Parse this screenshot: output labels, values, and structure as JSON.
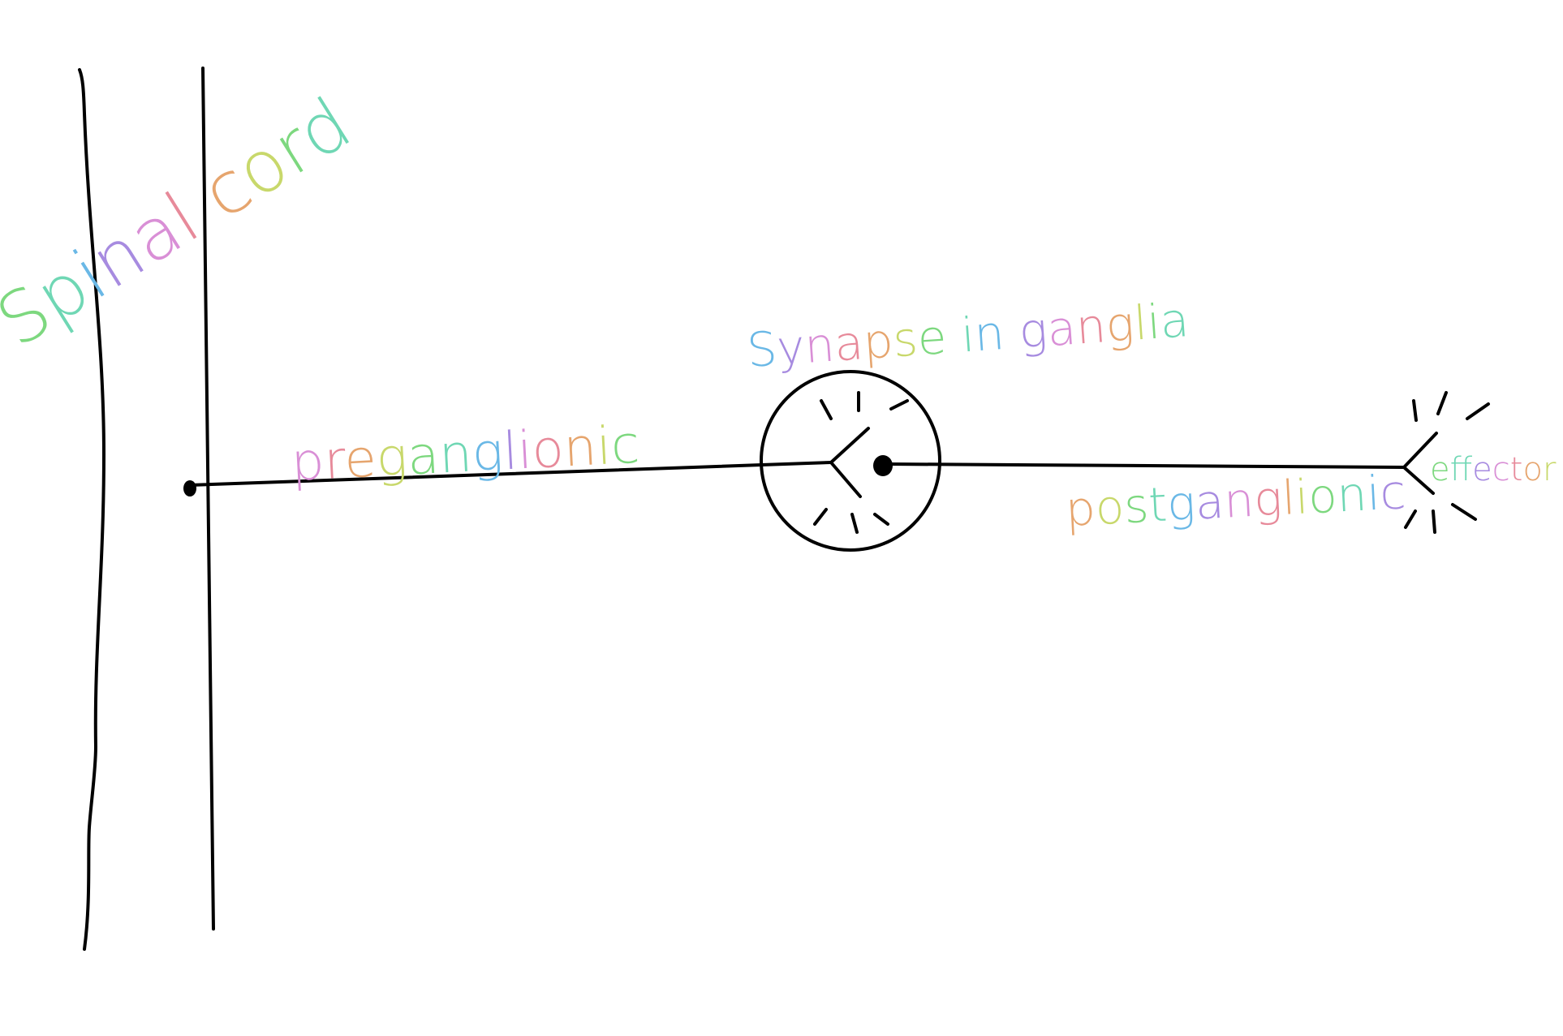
{
  "labels": {
    "spinal_cord": "Spinal cord",
    "synapse": "Synapse in ganglia",
    "preganglionic": "preganglionic",
    "postganglionic": "postganglionic",
    "effector": "effector"
  },
  "colors": {
    "ink": "#000000",
    "background": "#ffffff",
    "rainbow": [
      "#7dd87f",
      "#6fd7b4",
      "#6ab8e6",
      "#a78be0",
      "#d98fd6",
      "#e78a9a",
      "#e6a56e",
      "#c8d86b"
    ]
  }
}
